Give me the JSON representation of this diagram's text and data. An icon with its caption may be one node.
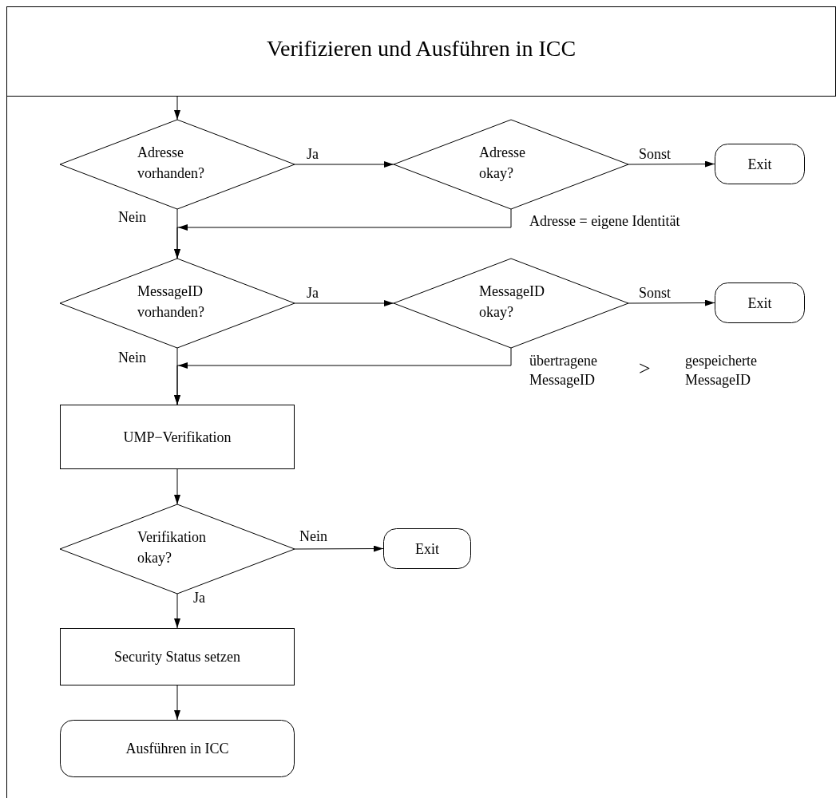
{
  "diagram": {
    "nodes": [
      {
        "text": [
          "Verifizieren und Ausführen in ICC"
        ]
      },
      {
        "text": [
          "Adresse vorhanden?"
        ]
      },
      {
        "text": [
          "Adresse okay?"
        ]
      },
      {
        "text": [
          "Exit"
        ]
      },
      {
        "text": [
          "MessageID vorhanden?"
        ]
      },
      {
        "text": [
          "MessageID okay?"
        ]
      },
      {
        "text": [
          "Exit"
        ]
      },
      {
        "text": [
          "UMP−Verifikation"
        ]
      },
      {
        "text": [
          "Verifikation okay?"
        ]
      },
      {
        "text": [
          "Exit"
        ]
      },
      {
        "text": [
          "Security Status setzen"
        ]
      },
      {
        "text": [
          "Ausführen in ICC"
        ]
      }
    ],
    "edges": [
      {
        "from": 0,
        "to": 1,
        "arrow": "to"
      },
      {
        "from": 1,
        "to": 2,
        "arrow": "to",
        "label": "Ja"
      },
      {
        "from": 2,
        "to": 3,
        "arrow": "to",
        "label": "Sonst"
      },
      {
        "from": 1,
        "to": 4,
        "arrow": "to",
        "label": "Nein"
      },
      {
        "from": 2,
        "to": 4,
        "arrow": "to",
        "label": "Adresse = eigene Identität"
      },
      {
        "from": 4,
        "to": 5,
        "arrow": "to",
        "label": "Ja"
      },
      {
        "from": 5,
        "to": 6,
        "arrow": "to",
        "label": "Sonst"
      },
      {
        "from": 4,
        "to": 7,
        "arrow": "to",
        "label": "Nein"
      },
      {
        "from": 5,
        "to": 7,
        "arrow": "to"
      },
      {
        "from": 7,
        "to": 8,
        "arrow": "to"
      },
      {
        "from": 8,
        "to": 9,
        "arrow": "to",
        "label": "Nein"
      },
      {
        "from": 8,
        "to": 10,
        "arrow": "to",
        "label": "Ja"
      },
      {
        "from": 10,
        "to": 11,
        "arrow": "to"
      }
    ],
    "labels": [
      "übertragene MessageID",
      ">",
      "gespeicherte MessageID"
    ]
  }
}
